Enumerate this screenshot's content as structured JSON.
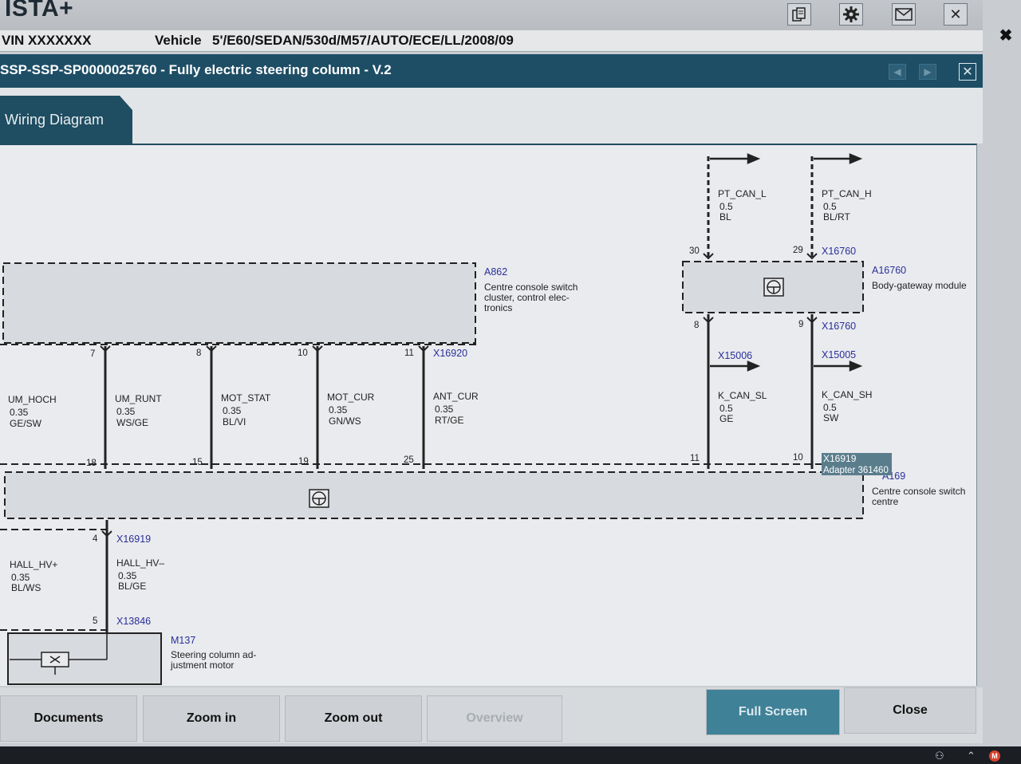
{
  "app": {
    "title": "ISTA+"
  },
  "header_buttons": [
    {
      "icon": "document-copy-icon"
    },
    {
      "icon": "gear-icon"
    },
    {
      "icon": "mail-icon"
    },
    {
      "icon": "close-icon",
      "glyph": "✕"
    }
  ],
  "outer_close_glyph": "✖",
  "vehicle": {
    "vin": "VIN  XXXXXXX",
    "label": "Vehicle",
    "value": "5'/E60/SEDAN/530d/M57/AUTO/ECE/LL/2008/09"
  },
  "document": {
    "title": "SSP-SSP-SP0000025760 - Fully electric steering column - V.2",
    "prev_glyph": "◀",
    "next_glyph": "▶",
    "close_glyph": "✕"
  },
  "tabs": [
    {
      "label": "Wiring Diagram"
    }
  ],
  "diagram": {
    "components": {
      "a862": {
        "id": "A862",
        "desc": [
          "Centre console switch",
          "cluster, control elec-",
          "tronics"
        ]
      },
      "a16760": {
        "id": "A16760",
        "desc": [
          "Body-gateway module"
        ]
      },
      "a169": {
        "id": "A169",
        "desc": [
          "Centre console switch",
          "centre"
        ]
      },
      "m137": {
        "id": "M137",
        "desc": [
          "Steering column ad-",
          "justment motor"
        ]
      }
    },
    "connectors": {
      "x16920": "X16920",
      "x16760_top": "X16760",
      "x16760_bottom": "X16760",
      "x15006": "X15006",
      "x15005": "X15005",
      "x16919_top": "X16919",
      "x16919_tooltip": [
        "X16919",
        "Adapter 361460"
      ],
      "x13846": "X13846"
    },
    "wires": [
      {
        "name": "UM_HOCH",
        "size": "0.35",
        "color": "GE/SW",
        "pin_top": "7",
        "pin_bottom": "18"
      },
      {
        "name": "UM_RUNT",
        "size": "0.35",
        "color": "WS/GE",
        "pin_top": "8",
        "pin_bottom": "15"
      },
      {
        "name": "MOT_STAT",
        "size": "0.35",
        "color": "BL/VI",
        "pin_top": "10",
        "pin_bottom": "19"
      },
      {
        "name": "MOT_CUR",
        "size": "0.35",
        "color": "GN/WS",
        "pin_top": "11",
        "pin_bottom": "25"
      },
      {
        "name": "ANT_CUR",
        "size": "0.35",
        "color": "RT/GE"
      },
      {
        "name": "PT_CAN_L",
        "size": "0.5",
        "color": "BL",
        "pin": "30"
      },
      {
        "name": "PT_CAN_H",
        "size": "0.5",
        "color": "BL/RT",
        "pin": "29"
      },
      {
        "name": "K_CAN_SL",
        "size": "0.5",
        "color": "GE",
        "pin_top": "8",
        "pin_bottom": "11"
      },
      {
        "name": "K_CAN_SH",
        "size": "0.5",
        "color": "SW",
        "pin_top": "9",
        "pin_bottom": "10"
      },
      {
        "name": "HALL_HV+",
        "size": "0.35",
        "color": "BL/WS"
      },
      {
        "name": "HALL_HV–",
        "size": "0.35",
        "color": "BL/GE",
        "pin_top": "4",
        "pin_bottom": "5"
      }
    ]
  },
  "buttons": {
    "documents": "Documents",
    "zoom_in": "Zoom in",
    "zoom_out": "Zoom out",
    "overview": "Overview",
    "full_screen": "Full Screen",
    "close": "Close"
  },
  "colors": {
    "accent": "#1f4d62",
    "primary_button": "#3f8197",
    "connector_label": "#2a2f9a"
  }
}
